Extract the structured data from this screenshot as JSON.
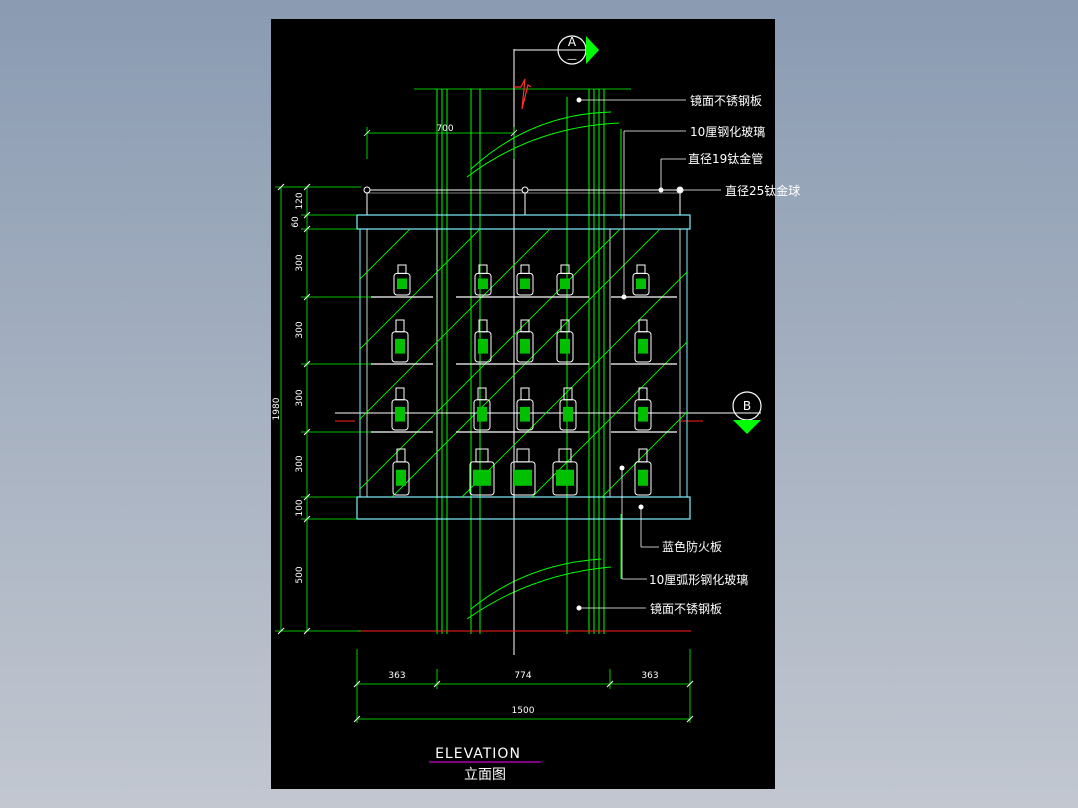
{
  "colors": {
    "background_outer": "#9aa6b8",
    "canvas": "#000000",
    "green": "#00ff00",
    "white": "#ffffff",
    "cyan": "#7ef0ff",
    "red": "#ff2020",
    "magenta": "#ff00ff"
  },
  "section_markers": {
    "a": "A",
    "b": "B"
  },
  "dimensions": {
    "top_width": "700",
    "vertical": [
      "120",
      "60",
      "300",
      "300",
      "300",
      "300",
      "100",
      "500"
    ],
    "total_height": "1980",
    "bottom": [
      "363",
      "774",
      "363"
    ],
    "total_width": "1500"
  },
  "callouts": {
    "mirror_steel_top": "镜面不锈钢板",
    "glass_10mm": "10厘钢化玻璃",
    "tube_19": "直径19钛金管",
    "ball_25": "直径25钛金球",
    "fireproof_board": "蓝色防火板",
    "curved_glass": "10厘弧形钢化玻璃",
    "mirror_steel_bottom": "镜面不锈钢板"
  },
  "title": {
    "english": "ELEVATION",
    "chinese": "立面图"
  }
}
